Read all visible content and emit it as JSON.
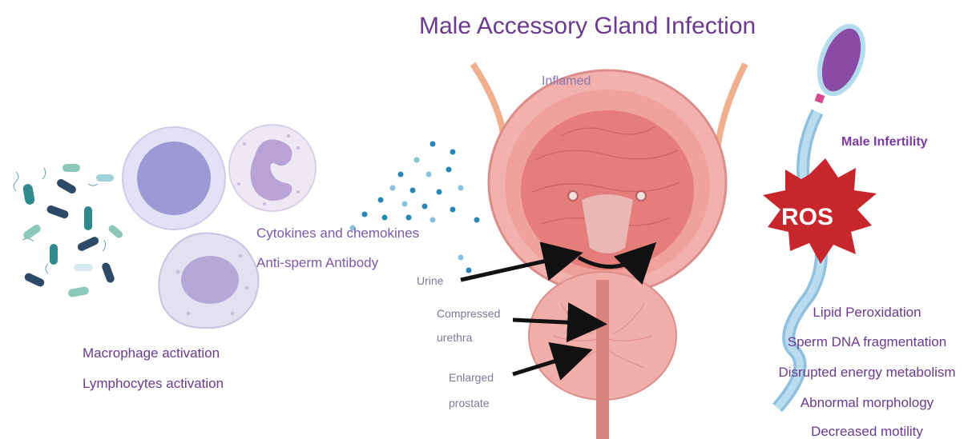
{
  "title": "Male Accessory Gland Infection",
  "inflamed_label": "Inflamed",
  "immune": {
    "cytokines": "Cytokines and chemokines",
    "antibody": "Anti-sperm Antibody",
    "macrophage": "Macrophage activation",
    "lymphocytes": "Lymphocytes activation"
  },
  "anatomy": {
    "urine": "Urine",
    "compressed_1": "Compressed",
    "compressed_2": "urethra",
    "enlarged_1": "Enlarged",
    "enlarged_2": "prostate"
  },
  "sperm": {
    "male_infertility": "Male Infertility",
    "ros": "ROS",
    "effects": [
      "Lipid Peroxidation",
      "Sperm DNA fragmentation",
      "Disrupted energy metabolism",
      "Abnormal morphology",
      "Decreased motility"
    ]
  },
  "colors": {
    "title": "#6b3a8e",
    "ros_star": "#c8262d",
    "sperm_tail": "#a9d3ea",
    "sperm_head": "#7a3a9a",
    "bladder": "#e98a86",
    "molecules": "#2a84b5"
  }
}
